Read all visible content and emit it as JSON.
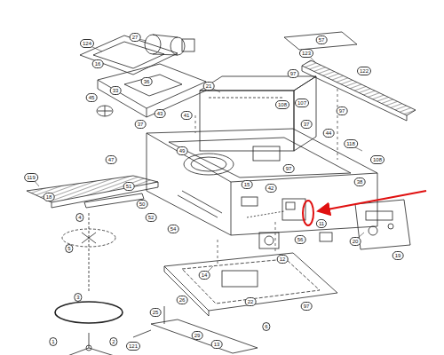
{
  "diagram": {
    "labels": [
      "124",
      "27",
      "16",
      "33",
      "36",
      "45",
      "43",
      "41",
      "37",
      "21",
      "97",
      "123",
      "57",
      "122",
      "108",
      "107",
      "97",
      "44",
      "118",
      "108",
      "37",
      "38",
      "119",
      "18",
      "51",
      "50",
      "49",
      "47",
      "52",
      "4",
      "5",
      "54",
      "97",
      "42",
      "15",
      "11",
      "56",
      "12",
      "14",
      "22",
      "3",
      "1",
      "2",
      "25",
      "26",
      "29",
      "13",
      "121",
      "97",
      "6",
      "20",
      "19"
    ]
  }
}
